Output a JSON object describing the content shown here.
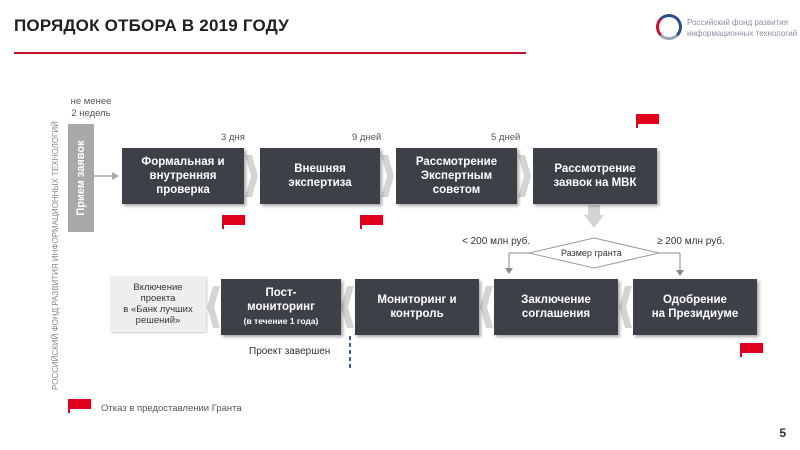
{
  "header": {
    "title": "ПОРЯДОК ОТБОРА В 2019 ГОДУ",
    "logo_line1": "Российский фонд развития",
    "logo_line2": "информационных технологий"
  },
  "sidebar": {
    "vertical_text": "РОССИЙСКИЙ ФОНД РАЗВИТИЯ ИНФОРМАЦИОННЫХ ТЕХНОЛОГИЙ"
  },
  "intake": {
    "min_note_line1": "не менее",
    "min_note_line2": "2 недель",
    "label": "Прием заявок"
  },
  "row1": {
    "steps": [
      {
        "line1": "Формальная и",
        "line2": "внутренняя",
        "line3": "проверка"
      },
      {
        "line1": "Внешняя",
        "line2": "экспертиза"
      },
      {
        "line1": "Рассмотрение",
        "line2": "Экспертным",
        "line3": "советом"
      },
      {
        "line1": "Рассмотрение",
        "line2": "заявок на МВК"
      }
    ],
    "durations": [
      "3 дня",
      "9 дней",
      "5 дней"
    ]
  },
  "decision": {
    "label": "Размер гранта",
    "left_branch": "< 200 млн руб.",
    "right_branch": "≥ 200 млн руб."
  },
  "row2": {
    "steps": [
      {
        "line1": "Одобрение",
        "line2": "на Президиуме"
      },
      {
        "line1": "Заключение",
        "line2": "соглашения"
      },
      {
        "line1": "Мониторинг и",
        "line2": "контроль"
      },
      {
        "line1": "Пост-",
        "line2": "мониторинг",
        "sub": "(в течение 1 года)"
      }
    ],
    "final_line1": "Включение",
    "final_line2": "проекта",
    "final_line3": "в «Банк лучших",
    "final_line4": "решений»",
    "project_done": "Проект завершен"
  },
  "legend": {
    "flag_text": "Отказ в предоставлении Гранта"
  },
  "page_number": "5",
  "colors": {
    "box": "#3d4147",
    "flag": "#e0001b",
    "accent": "#c8102e",
    "arrow": "#d4d4d4"
  }
}
